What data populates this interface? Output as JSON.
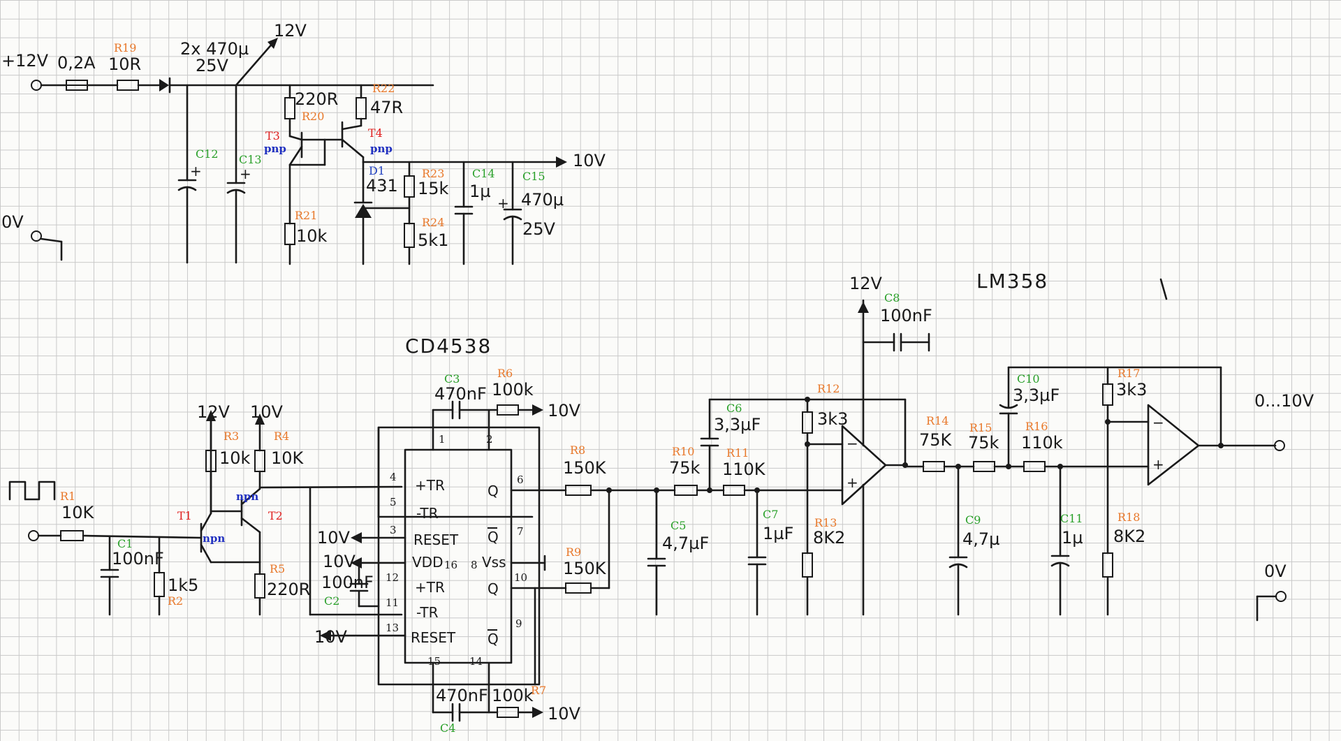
{
  "colors": {
    "resistor_label": "#e8782a",
    "capacitor_label": "#2aa02a",
    "transistor_label": "#e02020",
    "type_label": "#2030c0",
    "diode_label": "#2040c0"
  },
  "top": {
    "input_label": "+12V",
    "fuse_value": "0,2A",
    "r19_value": "10R",
    "caps_value_line1": "2x 470µ",
    "caps_value_line2": "25V",
    "out12_label": "12V",
    "r20_value": "220R",
    "r22_value": "47R",
    "d1_value": "431",
    "r23_value": "15k",
    "c14_value": "1µ",
    "c15_value_line1": "470µ",
    "c15_value_line2": "25V",
    "out10_label": "10V",
    "r21_value": "10k",
    "r24_value": "5k1",
    "gnd_label": "0V"
  },
  "labels": {
    "R19": "R19",
    "R20": "R20",
    "R21": "R21",
    "R22": "R22",
    "R23": "R23",
    "R24": "R24",
    "C12": "C12",
    "C13": "C13",
    "C14": "C14",
    "C15": "C15",
    "T3": "T3",
    "T4": "T4",
    "D1": "D1",
    "R1": "R1",
    "R2": "R2",
    "R3": "R3",
    "R4": "R4",
    "R5": "R5",
    "R6": "R6",
    "R7": "R7",
    "R8": "R8",
    "R9": "R9",
    "R10": "R10",
    "R11": "R11",
    "R12": "R12",
    "R13": "R13",
    "R14": "R14",
    "R15": "R15",
    "R16": "R16",
    "R17": "R17",
    "R18": "R18",
    "C1": "C1",
    "C2": "C2",
    "C3": "C3",
    "C4": "C4",
    "C5": "C5",
    "C6": "C6",
    "C7": "C7",
    "C8": "C8",
    "C9": "C9",
    "C10": "C10",
    "C11": "C11",
    "T1": "T1",
    "T2": "T2",
    "pnp3": "pnp",
    "pnp4": "pnp",
    "npn1": "npn",
    "npn2": "npn"
  },
  "mid": {
    "ic_name": "CD4538",
    "opamp_name": "LM358",
    "r1_value": "10K",
    "c1_value": "100nF",
    "r2_value": "1k5",
    "r3_value": "10k",
    "r4_value": "10K",
    "r5_value": "220R",
    "t1_supply": "12V",
    "t2_supply": "10V",
    "c3_value": "470nF",
    "r6_value": "100k",
    "r6_supply": "10V",
    "c4_value": "470nF",
    "r7_value": "100k",
    "r7_supply": "10V",
    "c2_value": "100nF",
    "r8_value": "150K",
    "r9_value": "150K",
    "r10_value": "75k",
    "r11_value": "110K",
    "c5_value": "4,7µF",
    "c6_value": "3,3µF",
    "c7_value": "1µF",
    "r12_value": "3k3",
    "r13_value": "8K2",
    "opamp_supply": "12V",
    "c8_value": "100nF",
    "r14_value": "75K",
    "r15_value": "75k",
    "r16_value": "110k",
    "c9_value": "4,7µ",
    "c10_value": "3,3µF",
    "c11_value": "1µ",
    "r17_value": "3k3",
    "r18_value": "8K2",
    "output_label": "0...10V",
    "gnd_label": "0V"
  },
  "ic_pins": {
    "p1": "1",
    "p2": "2",
    "p3": "3",
    "p4": "4",
    "p5": "5",
    "p6": "6",
    "p7": "7",
    "p10": "10",
    "p11": "11",
    "p12": "12",
    "p13": "13",
    "p9": "9",
    "p16": "16",
    "p8": "8",
    "p15": "15",
    "p14": "14",
    "trp": "+TR",
    "trm": "-TR",
    "reset": "RESET",
    "q": "Q",
    "qbar": "Q",
    "vdd": "VDD",
    "vss": "Vss",
    "reset_supply": "10V",
    "vdd_supply": "10V",
    "reset2_supply": "10V"
  }
}
